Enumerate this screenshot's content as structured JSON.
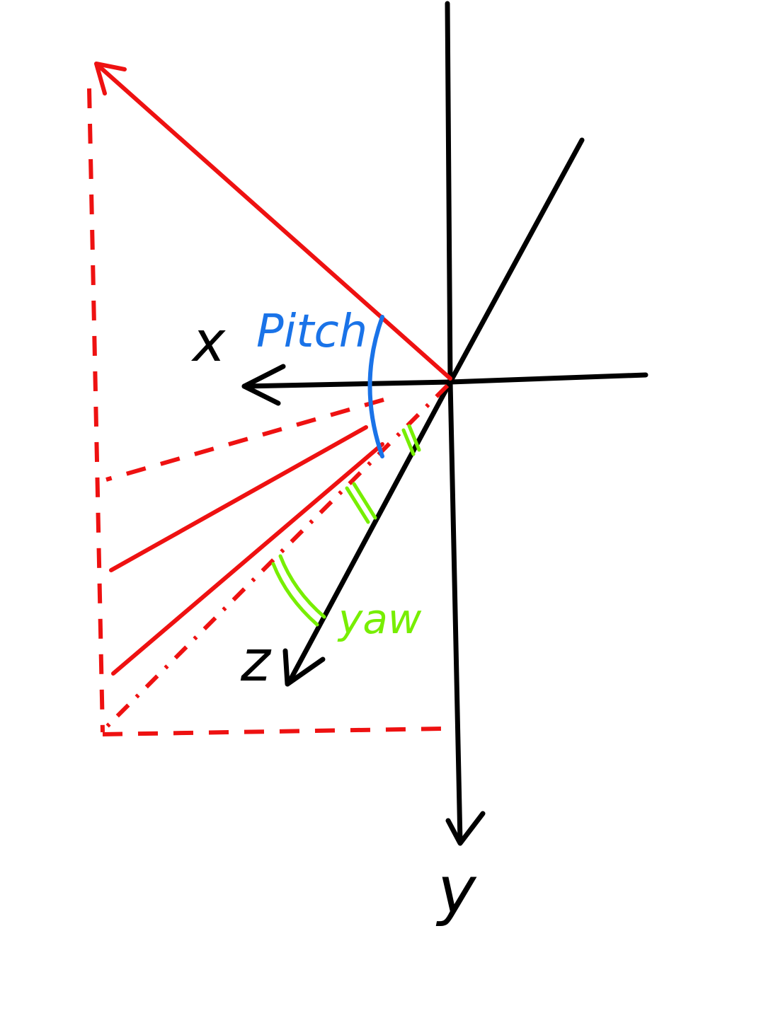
{
  "labels": {
    "x_axis": "x",
    "y_axis": "y",
    "z_axis": "z",
    "pitch": "Pitch",
    "yaw": "yaw"
  },
  "colors": {
    "axes": "#000000",
    "vector": "#ee1111",
    "pitch": "#1a73e8",
    "yaw": "#77ee00",
    "background": "#ffffff"
  }
}
